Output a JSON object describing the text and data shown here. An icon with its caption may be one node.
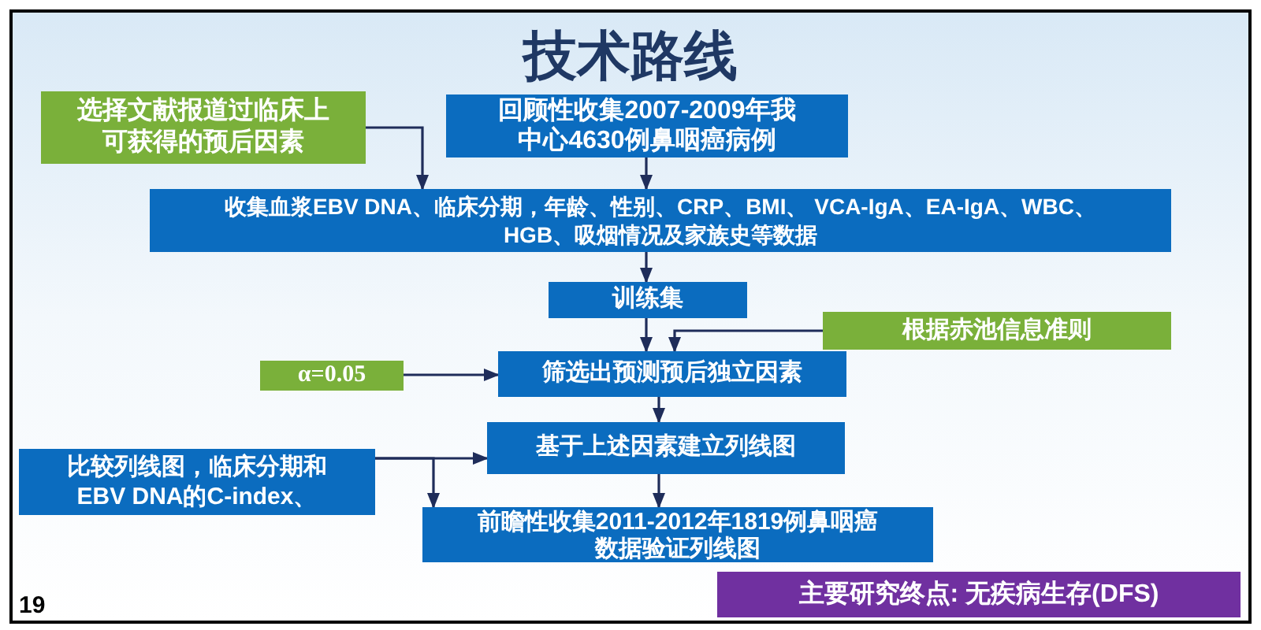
{
  "diagram": {
    "title": "技术路线",
    "nodes": [
      {
        "text": [
          "选择文献报道过临床上可获得的预后因素"
        ]
      },
      {
        "text": [
          "回顾性收集2007-2009年我中心4630例鼻咽癌病例"
        ]
      },
      {
        "text": [
          "收集血浆EBV DNA、临床分期，年龄、性别、CRP、BMI、 VCA-IgA、EA-IgA、WBC、HGB、吸烟情况及家族史等数据"
        ]
      },
      {
        "text": [
          "训练集"
        ]
      },
      {
        "text": [
          "根据赤池信息准则"
        ]
      },
      {
        "text": [
          "α=0.05"
        ]
      },
      {
        "text": [
          "筛选出预测预后独立因素"
        ]
      },
      {
        "text": [
          "基于上述因素建立列线图"
        ]
      },
      {
        "text": [
          "比较列线图，临床分期和EBV DNA的C-index、"
        ]
      },
      {
        "text": [
          "前瞻性收集2011-2012年1819例鼻咽癌数据验证列线图"
        ]
      },
      {
        "text": [
          "主要研究终点: 无疾病生存(DFS)"
        ]
      }
    ],
    "edges": [
      {
        "from": 0,
        "to": 2,
        "arrow": "to"
      },
      {
        "from": 1,
        "to": 2,
        "arrow": "to"
      },
      {
        "from": 2,
        "to": 3,
        "arrow": "to"
      },
      {
        "from": 3,
        "to": 6,
        "arrow": "to"
      },
      {
        "from": 4,
        "to": 6,
        "arrow": "to"
      },
      {
        "from": 5,
        "to": 6,
        "arrow": "to"
      },
      {
        "from": 6,
        "to": 7,
        "arrow": "to"
      },
      {
        "from": 8,
        "to": 7,
        "arrow": "to"
      },
      {
        "from": 8,
        "to": 9,
        "arrow": "to"
      },
      {
        "from": 7,
        "to": 9,
        "arrow": "to"
      }
    ],
    "labels": [
      "19"
    ]
  }
}
